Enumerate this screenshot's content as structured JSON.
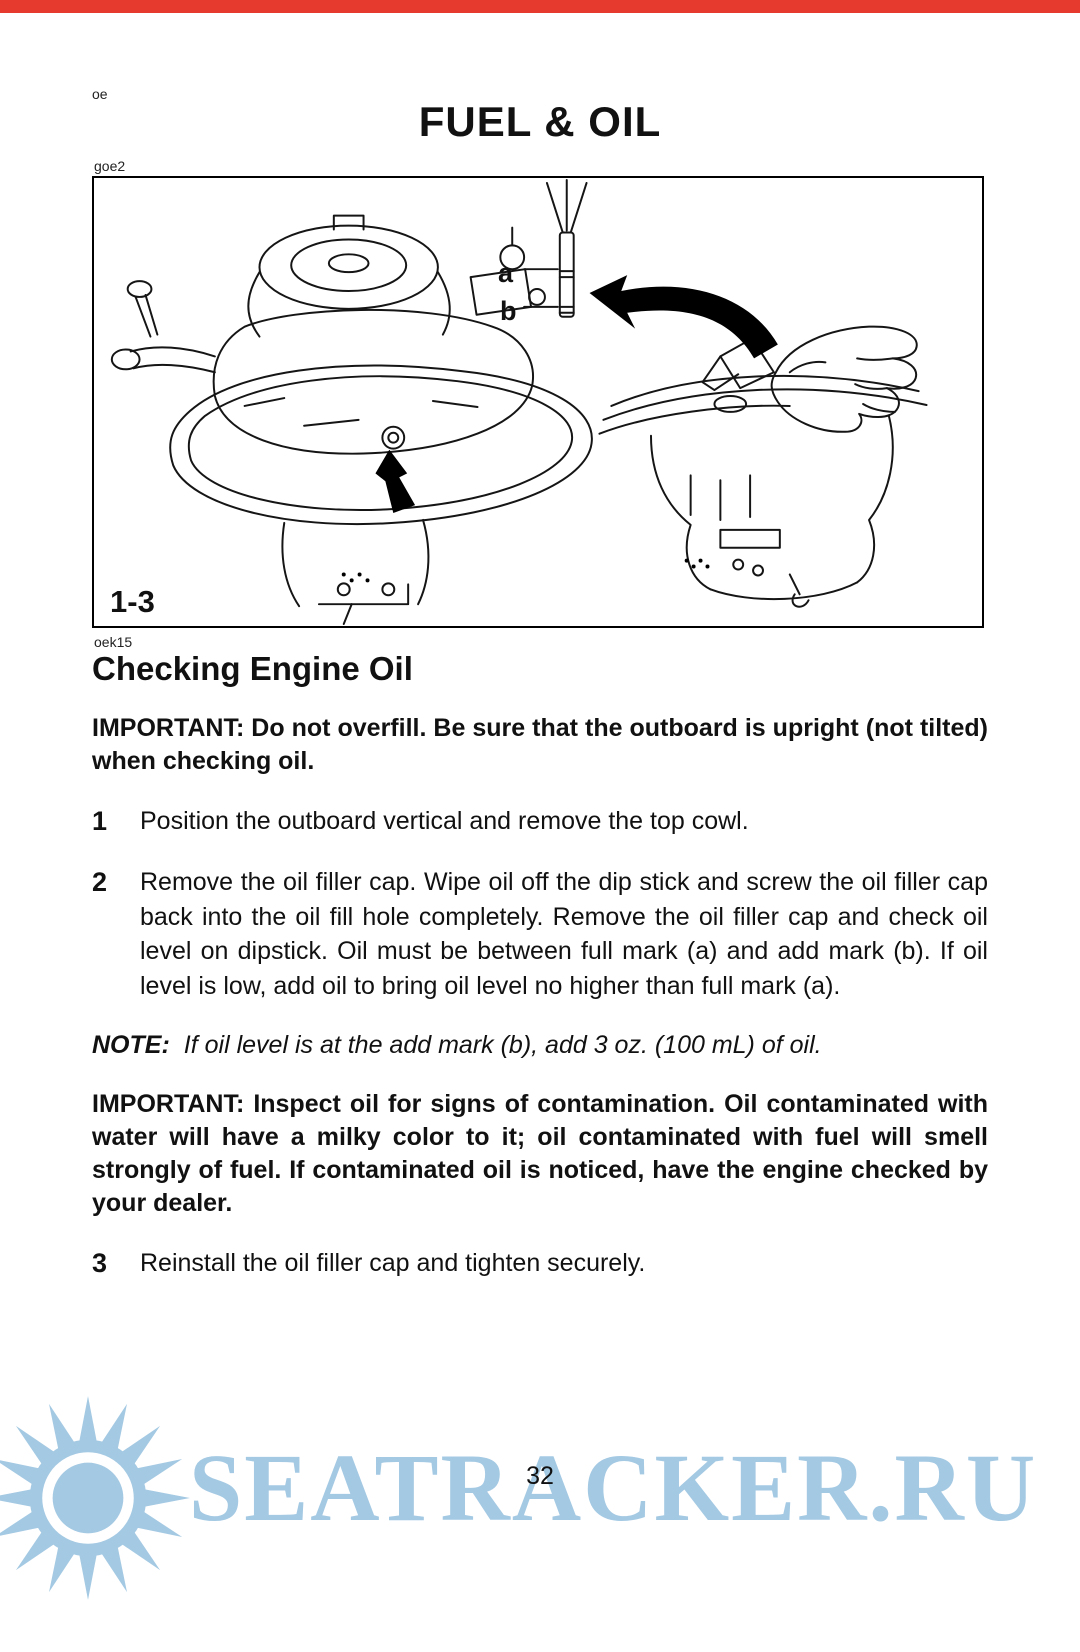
{
  "page": {
    "corner_code": "oe",
    "title": "FUEL & OIL",
    "figure_code": "goe2",
    "section_code": "oek15",
    "page_number": "32"
  },
  "figure": {
    "mark_a": "a",
    "mark_b": "b",
    "number": "1-3"
  },
  "content": {
    "heading": "Checking Engine Oil",
    "important1": "IMPORTANT: Do not overfill. Be sure that the outboard is upright (not tilted) when checking oil.",
    "steps": [
      {
        "num": "1",
        "text": "Position the outboard vertical and remove the top cowl."
      },
      {
        "num": "2",
        "text": "Remove the oil filler cap. Wipe oil off the dip stick and screw the oil filler cap back into the oil fill hole completely. Remove the oil filler cap and check oil level on dipstick. Oil must be between full mark (a) and add mark (b). If oil level is low, add oil to bring oil level no higher than full mark (a)."
      },
      {
        "num": "3",
        "text": "Reinstall the oil filler cap and tighten securely."
      }
    ],
    "note_label": "NOTE:",
    "note_text": "If oil level is at the add mark (b), add 3 oz. (100 mL) of oil.",
    "important2": "IMPORTANT: Inspect oil for signs of contamination. Oil contaminated with water will have a milky color to it; oil contaminated with fuel will smell strongly of fuel. If contaminated oil is noticed, have the engine checked by your dealer."
  },
  "watermark": {
    "text": "SEATRACKER.RU",
    "color": "#a4c9e3"
  },
  "colors": {
    "accent_red": "#e63a2e",
    "watermark_blue": "#a4c9e3"
  }
}
